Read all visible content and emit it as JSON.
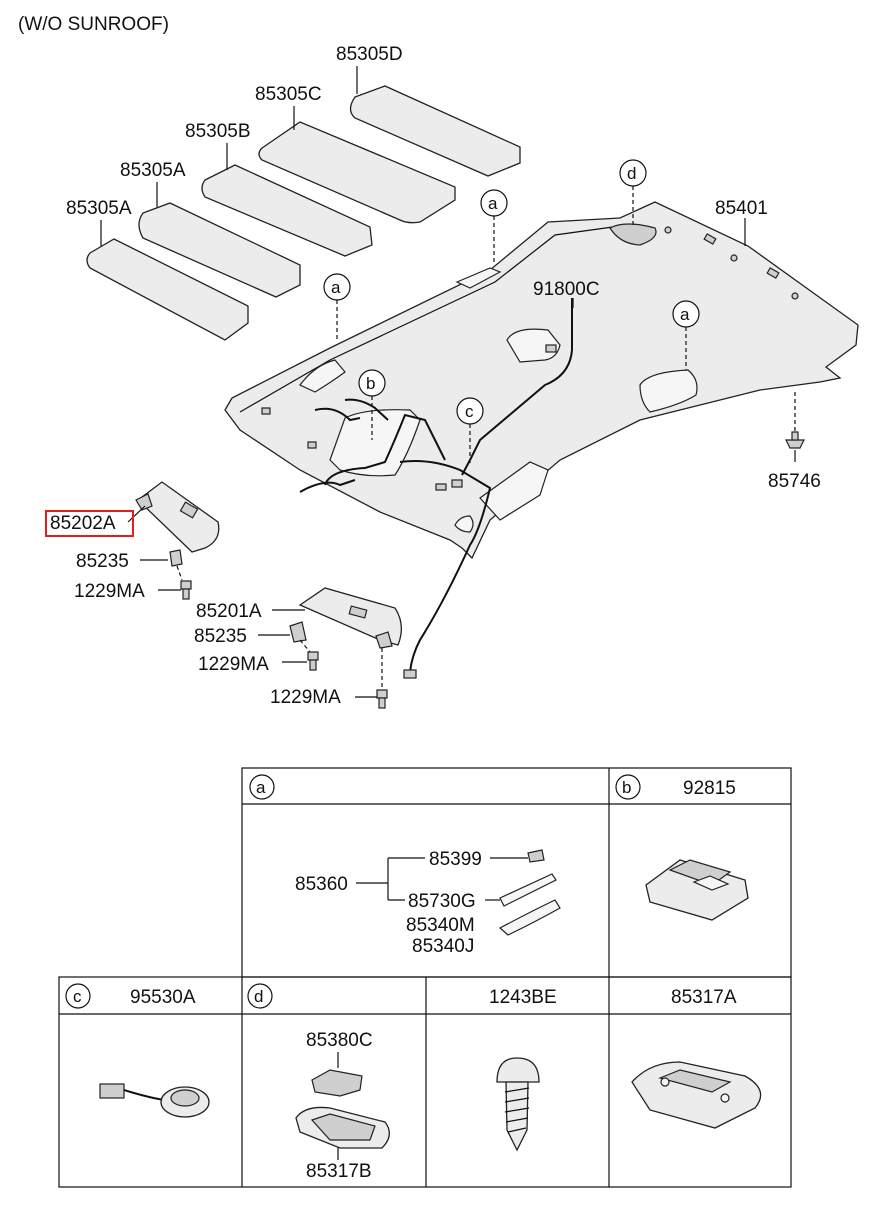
{
  "header": {
    "variant": "(W/O SUNROOF)"
  },
  "pads": [
    "85305D",
    "85305C",
    "85305B",
    "85305A",
    "85305A"
  ],
  "main_labels": {
    "headlining": "85401",
    "wiring": "91800C",
    "clip": "85746",
    "visor_rh": "85202A",
    "retainer_rh": "85235",
    "screw_rh": "1229MA",
    "visor_lh": "85201A",
    "retainer_lh": "85235",
    "screw_lh_1": "1229MA",
    "screw_lh_2": "1229MA"
  },
  "callouts": {
    "a": "a",
    "b": "b",
    "c": "c",
    "d": "d"
  },
  "highlight_color": "#e02020",
  "table": {
    "a": {
      "letter": "a",
      "parent": "85360",
      "items": [
        "85399",
        "85730G",
        "85340M",
        "85340J"
      ]
    },
    "b": {
      "letter": "b",
      "part": "92815"
    },
    "c": {
      "letter": "c",
      "part": "95530A"
    },
    "d": {
      "letter": "d",
      "top": "85380C",
      "bottom": "85317B"
    },
    "e": {
      "part": "1243BE"
    },
    "f": {
      "part": "85317A"
    }
  }
}
